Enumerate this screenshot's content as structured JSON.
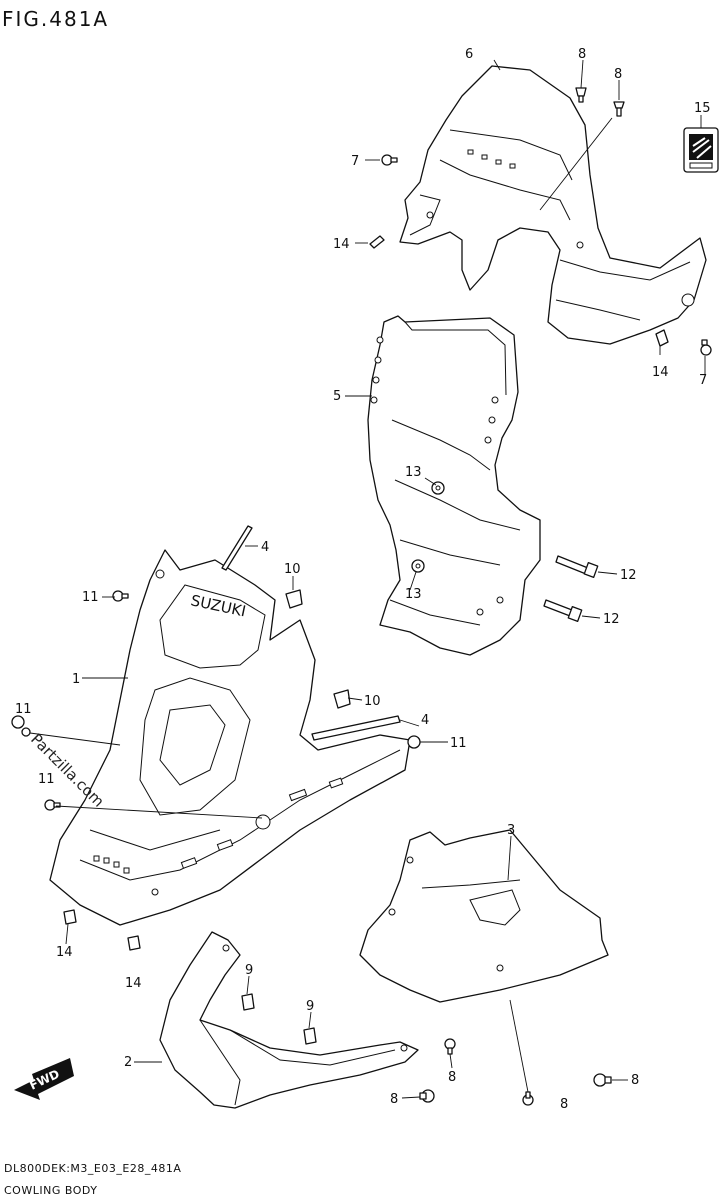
{
  "figure": {
    "title": "FIG.481A",
    "model_code": "DL800DEK:M3_E03_E28_481A",
    "caption": "COWLING BODY",
    "watermark": "Partzilla.com",
    "forward_label": "FWD",
    "brand_text": "SUZUKI"
  },
  "callouts": {
    "c1": "1",
    "c2": "2",
    "c3": "3",
    "c4a": "4",
    "c4b": "4",
    "c5": "5",
    "c6": "6",
    "c7a": "7",
    "c7b": "7",
    "c8a": "8",
    "c8b": "8",
    "c8c": "8",
    "c8d": "8",
    "c8e": "8",
    "c8f": "8",
    "c9a": "9",
    "c9b": "9",
    "c10a": "10",
    "c10b": "10",
    "c11a": "11",
    "c11b": "11",
    "c11c": "11",
    "c11d": "11",
    "c12a": "12",
    "c12b": "12",
    "c13a": "13",
    "c13b": "13",
    "c14a": "14",
    "c14b": "14",
    "c14c": "14",
    "c14d": "14",
    "c15": "15"
  }
}
